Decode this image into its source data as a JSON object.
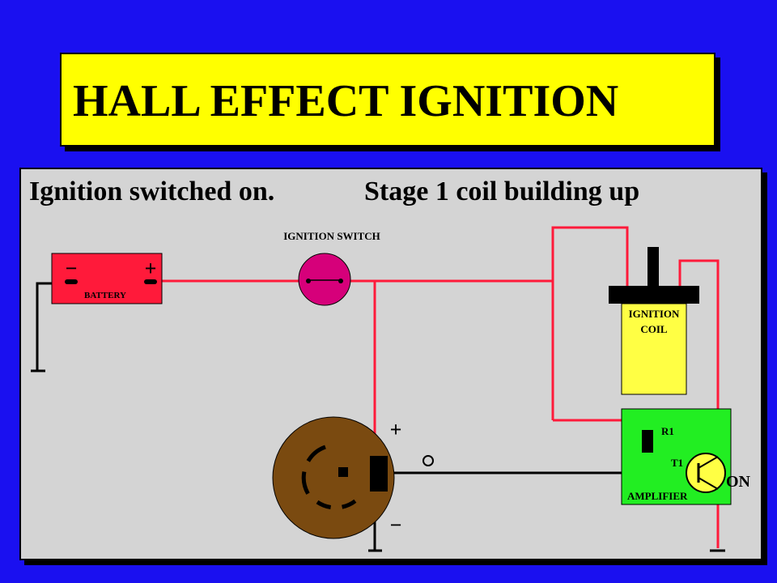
{
  "title": "HALL EFFECT IGNITION",
  "subtitle_left": "Ignition switched on.",
  "subtitle_right": "Stage 1 coil building up",
  "labels": {
    "ignition_switch": "IGNITION SWITCH",
    "battery": "BATTERY",
    "battery_minus": "−",
    "battery_plus": "+",
    "coil_line1": "IGNITION",
    "coil_line2": "COIL",
    "r1": "R1",
    "t1": "T1",
    "amplifier": "AMPLIFIER",
    "on": "ON",
    "hall_plus": "+",
    "hall_minus": "−"
  },
  "colors": {
    "background": "#1a10f0",
    "title_bg": "#ffff00",
    "panel_bg": "#d4d4d4",
    "wire": "#ff1a3a",
    "battery": "#ff1a3a",
    "switch": "#d6007a",
    "coil": "#ffff44",
    "amplifier": "#22ee22",
    "distributor": "#7a4a10"
  }
}
